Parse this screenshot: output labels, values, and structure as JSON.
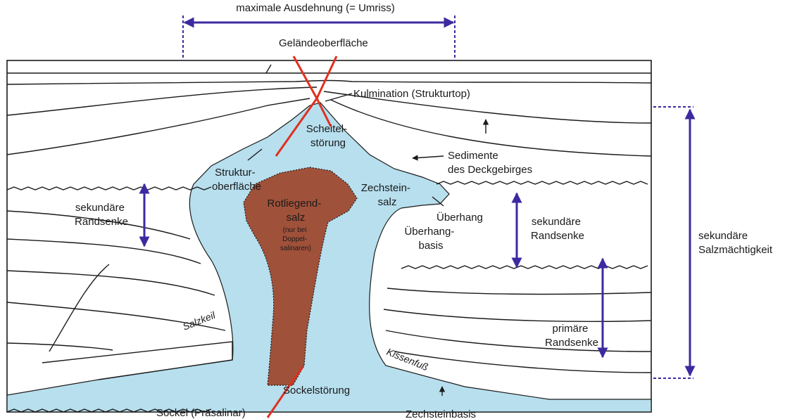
{
  "labels": {
    "max_extent": "maximale Ausdehnung (= Umriss)",
    "surface": "Geländeoberfläche",
    "culmination": "Kulmination (Strukturtop)",
    "crest_fault": [
      "Scheitel-",
      "störung"
    ],
    "sediments": [
      "Sedimente",
      "des Deckgebirges"
    ],
    "structure_surface": [
      "Struktur-",
      "oberfläche"
    ],
    "secondary_rim_left": [
      "sekundäre",
      "Randsenke"
    ],
    "zechstein_salt": [
      "Zechstein-",
      "salz"
    ],
    "overhang": "Überhang",
    "overhang_base": [
      "Überhang-",
      "basis"
    ],
    "secondary_rim_right": [
      "sekundäre",
      "Randsenke"
    ],
    "rotliegend": [
      "Rotliegend-",
      "salz"
    ],
    "rotliegend_note": [
      "(nur bei",
      "Doppel-",
      "salinaren)"
    ],
    "secondary_thickness": [
      "sekundäre",
      "Salzmächtigkeit"
    ],
    "salt_wedge": "Salzkeil",
    "pillow_foot": "Kissenfuß",
    "primary_rim": [
      "primäre",
      "Randsenke"
    ],
    "basement_fault": "Sockelstörung",
    "basement": "Sockel (Präsalinar)",
    "zechstein_base": "Zechsteinbasis"
  },
  "colors": {
    "zechstein_salt": "#b7dfee",
    "rotliegend_salt": "#a0513a",
    "faults": "#e0301e",
    "arrows": "#3d2aa0",
    "lines": "#1a1a1a"
  }
}
